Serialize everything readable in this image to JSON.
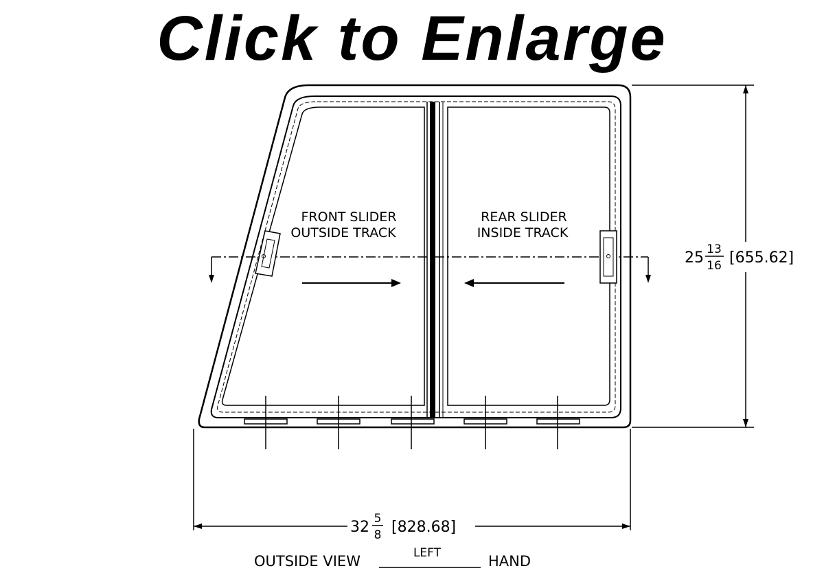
{
  "header": {
    "title": "Click to Enlarge"
  },
  "labels": {
    "front_line1": "FRONT SLIDER",
    "front_line2": "OUTSIDE TRACK",
    "rear_line1": "REAR SLIDER",
    "rear_line2": "INSIDE TRACK"
  },
  "dimensions": {
    "height_whole": "25",
    "height_num": "13",
    "height_den": "16",
    "height_mm": "[655.62]",
    "width_whole": "32",
    "width_num": "5",
    "width_den": "8",
    "width_mm": "[828.68]"
  },
  "caption": {
    "prefix": "OUTSIDE VIEW",
    "side": "LEFT",
    "suffix": "HAND"
  },
  "colors": {
    "ink": "#000000",
    "background": "#ffffff"
  }
}
